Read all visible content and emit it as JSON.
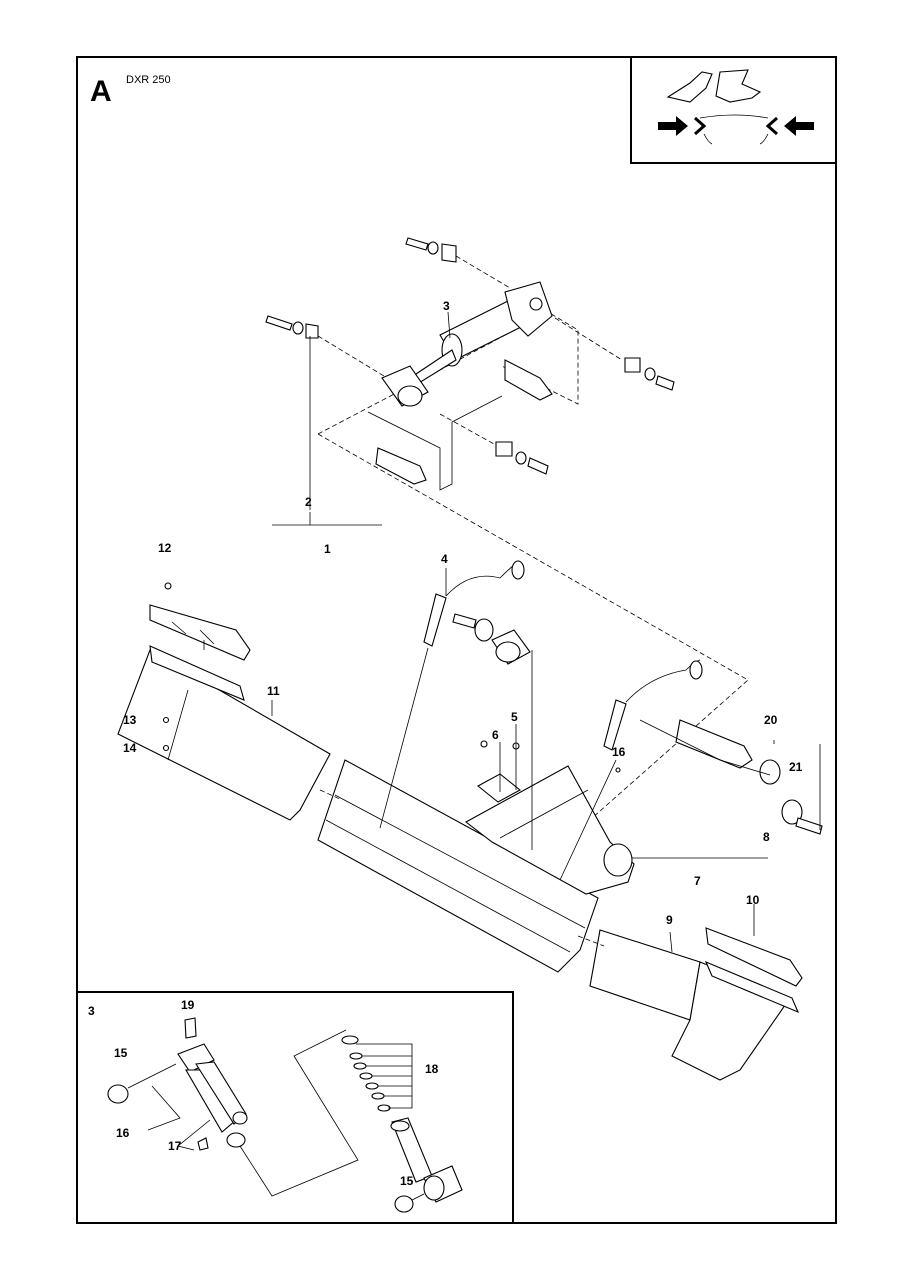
{
  "section_letter": "A",
  "model": "DXR 250",
  "inset_number": "3",
  "callouts": {
    "c1": "1",
    "c2": "2",
    "c3": "3",
    "c4": "4",
    "c5": "5",
    "c6": "6",
    "c7": "7",
    "c8": "8",
    "c9": "9",
    "c10": "10",
    "c11": "11",
    "c12": "12",
    "c13": "13",
    "c14": "14",
    "c16": "16",
    "c20": "20",
    "c21": "21",
    "i15a": "15",
    "i15b": "15",
    "i16": "16",
    "i17": "17",
    "i18": "18",
    "i19": "19"
  },
  "icons": {
    "orientation": "machine-orientation-icon",
    "arrows": "press-arrows-icon"
  }
}
